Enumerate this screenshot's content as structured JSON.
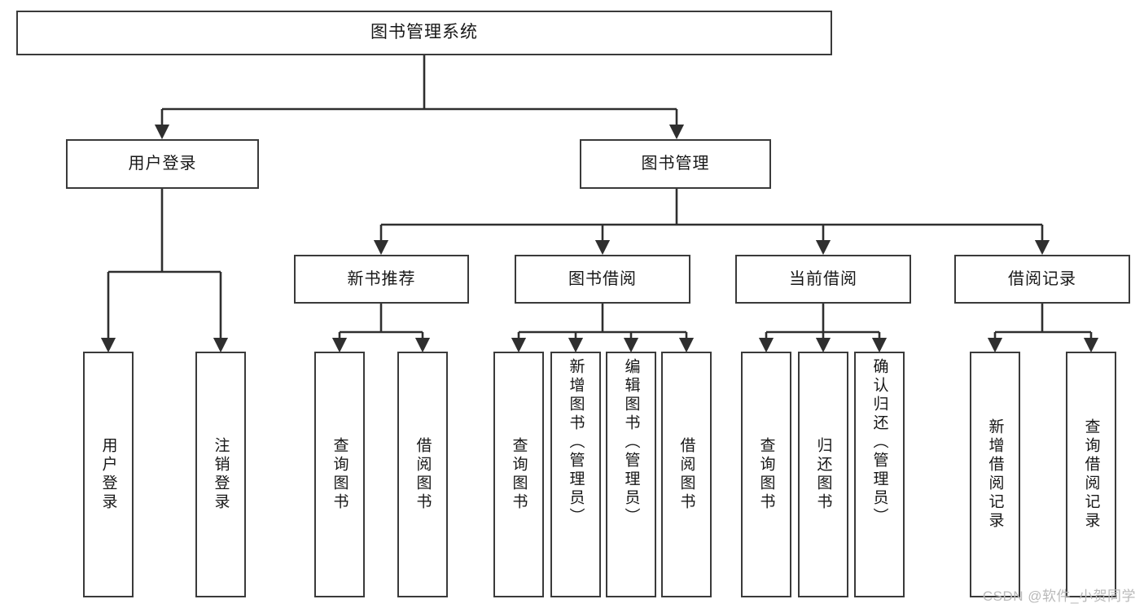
{
  "diagram": {
    "title": "图书管理系统",
    "type": "hierarchy-tree",
    "watermark": "CSDN @软件_小贺同学",
    "colors": {
      "stroke": "#3a3a3a",
      "fill": "#ffffff",
      "text": "#171717",
      "watermark": "#b9b9b9"
    },
    "root": {
      "label": "图书管理系统"
    },
    "level1": [
      {
        "label": "用户登录"
      },
      {
        "label": "图书管理"
      }
    ],
    "level2": [
      {
        "label": "新书推荐"
      },
      {
        "label": "图书借阅"
      },
      {
        "label": "当前借阅"
      },
      {
        "label": "借阅记录"
      }
    ],
    "leaves": {
      "user_login": [
        {
          "label": "用户登录"
        },
        {
          "label": "注销登录"
        }
      ],
      "new_book_recommend": [
        {
          "label": "查询图书"
        },
        {
          "label": "借阅图书"
        }
      ],
      "book_borrow": [
        {
          "label": "查询图书"
        },
        {
          "label": "新增图书（管理员）"
        },
        {
          "label": "编辑图书（管理员）"
        },
        {
          "label": "借阅图书"
        }
      ],
      "current_borrow": [
        {
          "label": "查询图书"
        },
        {
          "label": "归还图书"
        },
        {
          "label": "确认归还（管理员）"
        }
      ],
      "borrow_record": [
        {
          "label": "新增借阅记录"
        },
        {
          "label": "查询借阅记录"
        }
      ]
    }
  }
}
